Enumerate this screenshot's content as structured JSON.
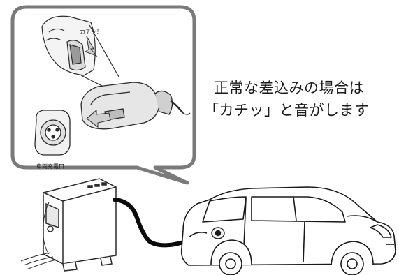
{
  "callout": {
    "line1": "正常な差込みの場合は",
    "line2": "「カチッ」と音がします"
  },
  "inset": {
    "click_label": "カチッ！",
    "port_label": "車両充電口"
  },
  "colors": {
    "frame": "#7a7a7a",
    "line": "#2a2a2a",
    "cable": "#0a0a0a",
    "background": "#ffffff"
  }
}
